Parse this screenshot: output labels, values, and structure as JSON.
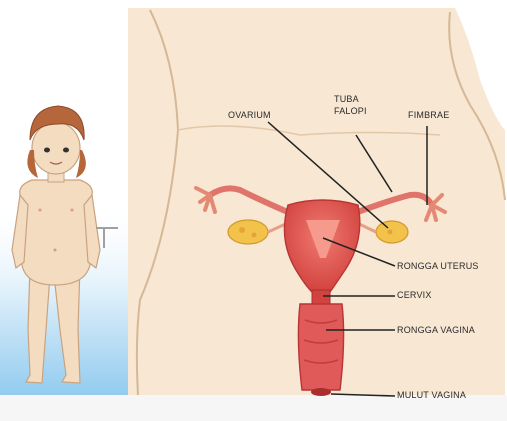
{
  "labels": {
    "ovarium": "OVARIUM",
    "tuba_line1": "TUBA",
    "tuba_line2": "FALOPI",
    "fimbriae": "FIMBRAE",
    "rongga_uterus": "RONGGA UTERUS",
    "cervix": "CERVIX",
    "rongga_vagina": "RONGGA VAGINA",
    "mulut_vagina": "MULUT VAGINA"
  },
  "colors": {
    "skin": "#f3dcc0",
    "skin_outline": "#c9a37f",
    "uterus": "#e05a5a",
    "uterus_dark": "#c93a3a",
    "ovary": "#f2c24a",
    "hair": "#b5673b",
    "leader_line": "#222222",
    "blue_bg": "#a9d6f2"
  }
}
